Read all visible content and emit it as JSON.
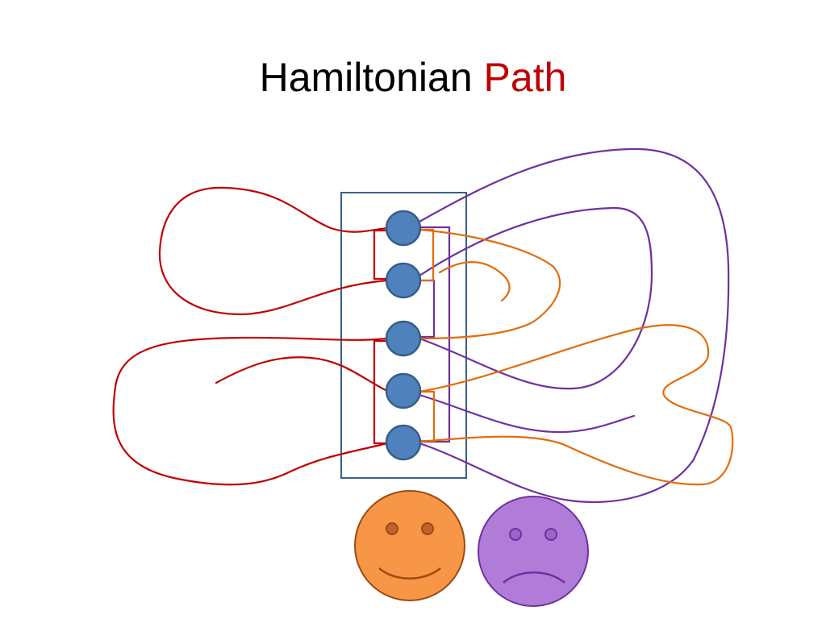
{
  "title": {
    "main": "Hamiltonian",
    "highlight": "Path"
  },
  "colors": {
    "title_text": "#000000",
    "title_highlight": "#c00000",
    "node_fill": "#4f81bd",
    "node_stroke": "#385d8a",
    "box_stroke": "#3a6186",
    "red_path": "#c00000",
    "purple_path": "#7030a0",
    "orange_path": "#e36c09",
    "happy_face_fill": "#f79646",
    "happy_face_stroke": "#9c4a10",
    "sad_face_fill": "#b07cd8",
    "sad_face_stroke": "#7030a0"
  },
  "diagram": {
    "node_count": 5,
    "paths": [
      "red-path",
      "purple-path",
      "orange-path"
    ],
    "faces": [
      {
        "name": "happy-face",
        "mood": "happy"
      },
      {
        "name": "sad-face",
        "mood": "sad"
      }
    ]
  }
}
